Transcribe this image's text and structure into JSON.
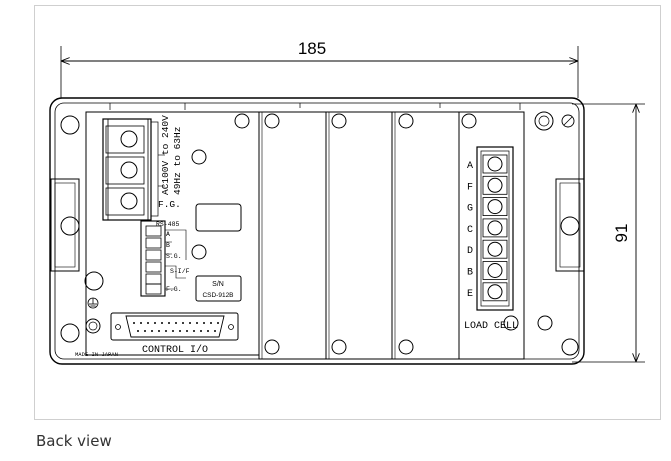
{
  "dimensions": {
    "width_label": "185",
    "height_label": "91"
  },
  "power_terminal": {
    "rating_line1": "AC100V to 240V",
    "rating_line2": "49Hz to 63Hz",
    "fg_label": "F.G."
  },
  "rs485": {
    "title": "RS-485",
    "pins": [
      "A",
      "B",
      "S.G."
    ],
    "sif_label": "S-I/F",
    "fg_label": "F.G."
  },
  "serial_plate": {
    "label": "S/N",
    "model": "CSD-912B"
  },
  "control_io_label": "CONTROL I/O",
  "made_in_label": "MADE IN JAPAN",
  "load_cell": {
    "pins": [
      "A",
      "F",
      "G",
      "C",
      "D",
      "B",
      "E"
    ],
    "label": "LOAD CELL"
  },
  "caption": "Back view"
}
